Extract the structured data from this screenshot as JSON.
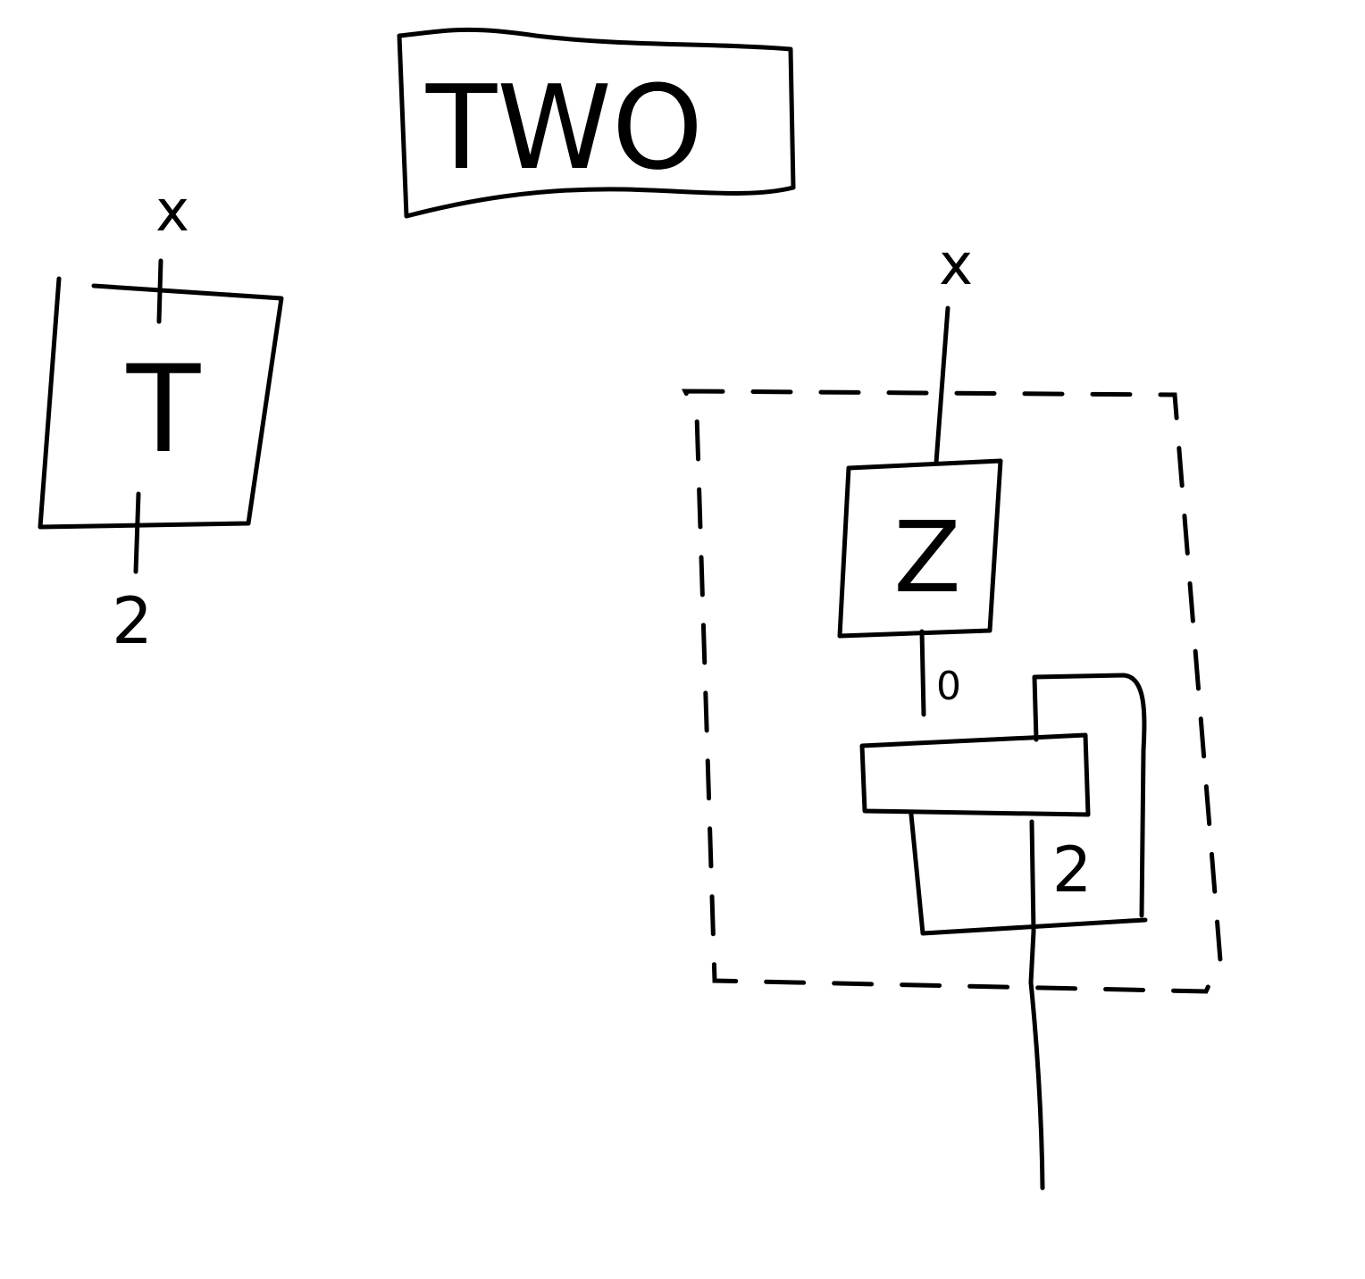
{
  "title_box": {
    "label": "TWO"
  },
  "left_box": {
    "label": "T",
    "input_label": "x",
    "output_label": "2"
  },
  "right_diagram": {
    "input_label": "x",
    "inner_box_label": "Z",
    "mid_wire_label": "0",
    "bottom_box_label": "2"
  }
}
